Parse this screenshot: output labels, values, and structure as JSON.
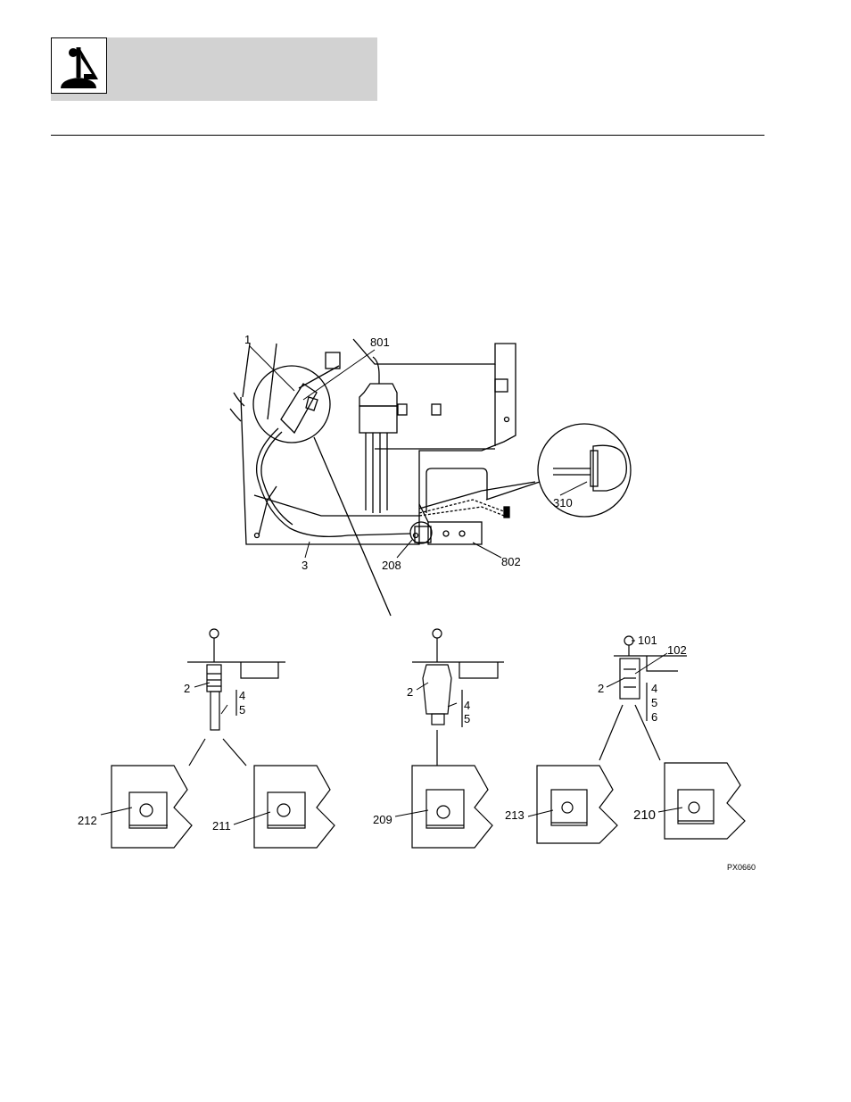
{
  "header": {
    "logo_icon": "joystick-control-icon"
  },
  "figure": {
    "code": "PX0660",
    "labels": [
      "1",
      "801",
      "310",
      "3",
      "208",
      "802",
      "2",
      "4",
      "5",
      "101",
      "102",
      "6",
      "212",
      "211",
      "209",
      "213",
      "210"
    ]
  }
}
